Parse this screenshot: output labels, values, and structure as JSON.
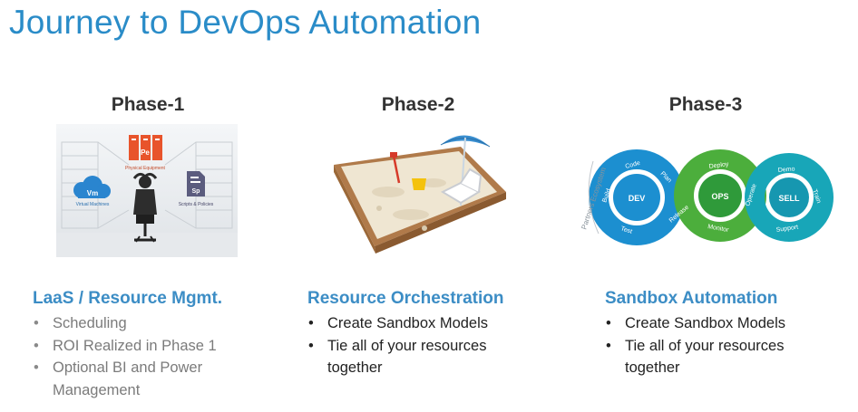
{
  "title": "Journey to DevOps Automation",
  "colors": {
    "title": "#2a8cc8",
    "section_heading": "#3c8dc5",
    "loop_blue": "#1c8fd0",
    "loop_green": "#4cae3c",
    "loop_teal": "#18a6b8"
  },
  "phases": [
    {
      "name": "Phase-1",
      "image": {
        "labels": {
          "pe": "Pe",
          "physical_equipment": "Physical Equipment",
          "vm": "Vm",
          "virtual_machines": "Virtual Machines",
          "sp": "Sp",
          "scripts_policies": "Scripts & Policies"
        }
      },
      "heading": "LaaS / Resource Mgmt.",
      "bullets": [
        "Scheduling",
        "ROI Realized in Phase 1",
        "Optional BI and Power",
        "Management"
      ]
    },
    {
      "name": "Phase-2",
      "heading": "Resource Orchestration",
      "bullets": [
        "Create Sandbox Models",
        "Tie all of your resources",
        "together"
      ]
    },
    {
      "name": "Phase-3",
      "image": {
        "left_ring": "DEV",
        "middle": "OPS",
        "right_ring": "SELL",
        "ecosystem": "Partners Ecosystem",
        "loop_labels": [
          "Build",
          "Code",
          "Plan",
          "Release",
          "Deploy",
          "Operate",
          "Monitor",
          "Test",
          "Demo",
          "Train",
          "Support"
        ]
      },
      "heading": "Sandbox Automation",
      "bullets": [
        "Create Sandbox Models",
        "Tie all of your resources",
        "together"
      ]
    }
  ]
}
